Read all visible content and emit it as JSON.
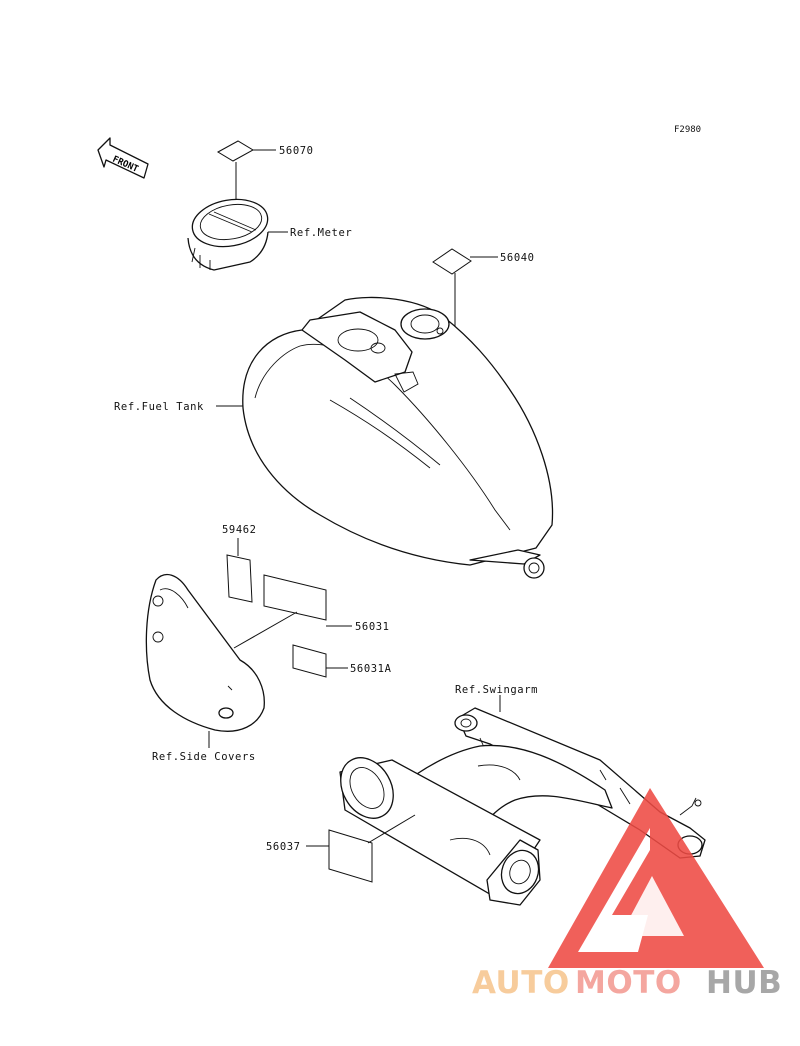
{
  "diagram_code": "F2980",
  "front_label": "FRONT",
  "callouts": {
    "p56070": "56070",
    "ref_meter": "Ref.Meter",
    "p56040": "56040",
    "ref_fuel_tank": "Ref.Fuel Tank",
    "p59462": "59462",
    "p56031": "56031",
    "p56031a": "56031A",
    "ref_side_covers": "Ref.Side Covers",
    "ref_swingarm": "Ref.Swingarm",
    "p56037": "56037"
  },
  "watermark": {
    "auto": "AUTO",
    "moto": "MOTO",
    "hub": "HUB",
    "colors": {
      "auto": "#f6c58f",
      "moto": "#f39a92",
      "hub": "#9b9b9b",
      "triangle": "#ee4b44"
    }
  }
}
